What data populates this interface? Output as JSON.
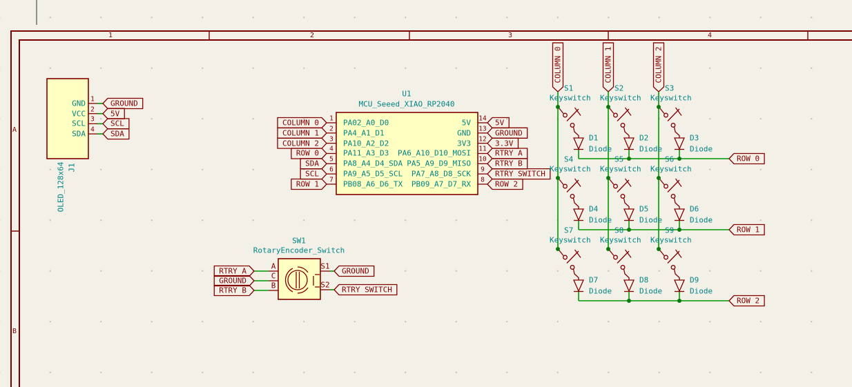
{
  "app": {
    "type": "schematic-editor-canvas"
  },
  "colors": {
    "background": "#F3F0E8",
    "frame": "#7A0000",
    "symbol_outline": "#840000",
    "symbol_fill": "#FFFFC2",
    "wire": "#009600",
    "junction": "#0A780A",
    "field_text": "#008484",
    "label_text": "#840000",
    "grid_dot": "#C9C5BC",
    "cursor_artifact": "#8F8F8F"
  },
  "frame": {
    "column_numbers": [
      "1",
      "2",
      "3",
      "4"
    ],
    "row_letters": [
      "A",
      "B"
    ]
  },
  "oled": {
    "reference": "J1",
    "value": "OLED_128x64",
    "pins": [
      {
        "number": "1",
        "name": "GND",
        "label": "GROUND"
      },
      {
        "number": "2",
        "name": "VCC",
        "label": "5V"
      },
      {
        "number": "3",
        "name": "SCL",
        "label": "SCL"
      },
      {
        "number": "4",
        "name": "SDA",
        "label": "SDA"
      }
    ]
  },
  "mcu": {
    "reference": "U1",
    "value": "MCU_Seeed_XIAO_RP2040",
    "left_pins": [
      {
        "number": "1",
        "name": "PA02_A0_D0",
        "label": "COLUMN 0"
      },
      {
        "number": "2",
        "name": "PA4_A1_D1",
        "label": "COLUMN 1"
      },
      {
        "number": "3",
        "name": "PA10_A2_D2",
        "label": "COLUMN 2"
      },
      {
        "number": "4",
        "name": "PA11_A3_D3",
        "label": "ROW 0"
      },
      {
        "number": "5",
        "name": "PA8_A4_D4_SDA",
        "label": "SDA"
      },
      {
        "number": "6",
        "name": "PA9_A5_D5_SCL",
        "label": "SCL"
      },
      {
        "number": "7",
        "name": "PB08_A6_D6_TX",
        "label": "ROW 1"
      }
    ],
    "right_pins": [
      {
        "number": "14",
        "name": "5V",
        "label": "5V"
      },
      {
        "number": "13",
        "name": "GND",
        "label": "GROUND"
      },
      {
        "number": "12",
        "name": "3V3",
        "label": "3.3V"
      },
      {
        "number": "11",
        "name": "PA6_A10_D10_MOSI",
        "label": "RTRY A"
      },
      {
        "number": "10",
        "name": "PA5_A9_D9_MISO",
        "label": "RTRY B"
      },
      {
        "number": "9",
        "name": "PA7_A8_D8_SCK",
        "label": "RTRY SWITCH"
      },
      {
        "number": "8",
        "name": "PB09_A7_D7_RX",
        "label": "ROW 2"
      }
    ]
  },
  "encoder": {
    "reference": "SW1",
    "value": "RotaryEncoder_Switch",
    "left_pins": [
      {
        "name": "A",
        "label": "RTRY A"
      },
      {
        "name": "C",
        "label": "GROUND"
      },
      {
        "name": "B",
        "label": "RTRY B"
      }
    ],
    "right_pins": [
      {
        "name": "S1",
        "label": "GROUND"
      },
      {
        "name": "S2",
        "label": "RTRY SWITCH"
      }
    ]
  },
  "matrix": {
    "column_labels": [
      "COLUMN 0",
      "COLUMN 1",
      "COLUMN 2"
    ],
    "row_labels": [
      "ROW 0",
      "ROW 1",
      "ROW 2"
    ],
    "cells": [
      {
        "switch_ref": "S1",
        "switch_value": "Keyswitch",
        "diode_ref": "D1",
        "diode_value": "Diode"
      },
      {
        "switch_ref": "S2",
        "switch_value": "Keyswitch",
        "diode_ref": "D2",
        "diode_value": "Diode"
      },
      {
        "switch_ref": "S3",
        "switch_value": "Keyswitch",
        "diode_ref": "D3",
        "diode_value": "Diode"
      },
      {
        "switch_ref": "S4",
        "switch_value": "Keyswitch",
        "diode_ref": "D4",
        "diode_value": "Diode"
      },
      {
        "switch_ref": "S5",
        "switch_value": "Keyswitch",
        "diode_ref": "D5",
        "diode_value": "Diode"
      },
      {
        "switch_ref": "S6",
        "switch_value": "Keyswitch",
        "diode_ref": "D6",
        "diode_value": "Diode"
      },
      {
        "switch_ref": "S7",
        "switch_value": "Keyswitch",
        "diode_ref": "D7",
        "diode_value": "Diode"
      },
      {
        "switch_ref": "S8",
        "switch_value": "Keyswitch",
        "diode_ref": "D8",
        "diode_value": "Diode"
      },
      {
        "switch_ref": "S9",
        "switch_value": "Keyswitch",
        "diode_ref": "D9",
        "diode_value": "Diode"
      }
    ]
  }
}
